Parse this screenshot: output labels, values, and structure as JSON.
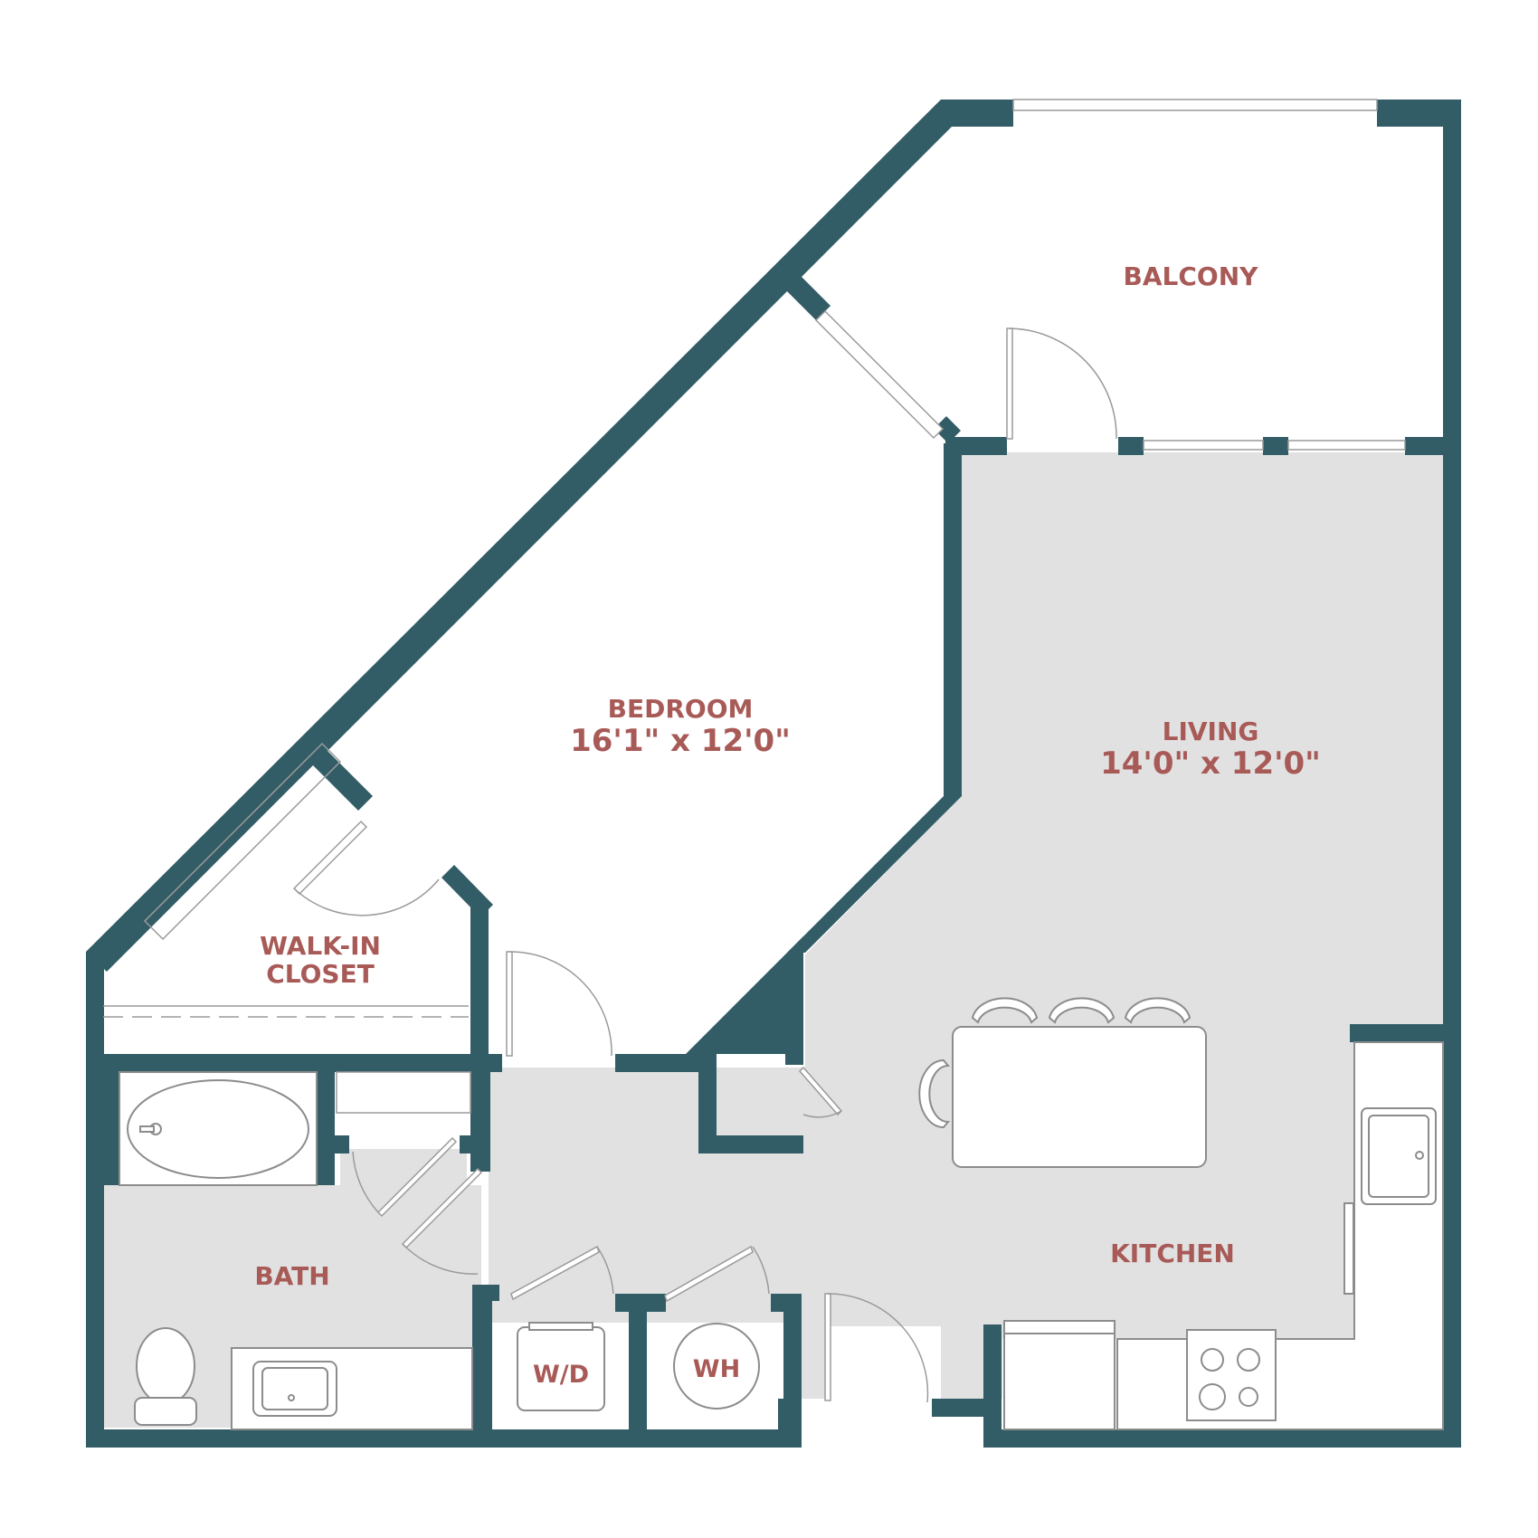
{
  "rooms": {
    "balcony": {
      "label": "BALCONY"
    },
    "bedroom": {
      "label": "BEDROOM",
      "dimensions": "16'1\" x 12'0\""
    },
    "living": {
      "label": "LIVING",
      "dimensions": "14'0\" x 12'0\""
    },
    "walk_in_closet": {
      "label_line1": "WALK-IN",
      "label_line2": "CLOSET"
    },
    "bath": {
      "label": "BATH"
    },
    "kitchen": {
      "label": "KITCHEN"
    },
    "washer_dryer": {
      "label": "W/D"
    },
    "water_heater": {
      "label": "WH"
    }
  },
  "colors": {
    "wall": "#335d66",
    "label": "#a85a57",
    "floor": "#e1e1e1"
  }
}
